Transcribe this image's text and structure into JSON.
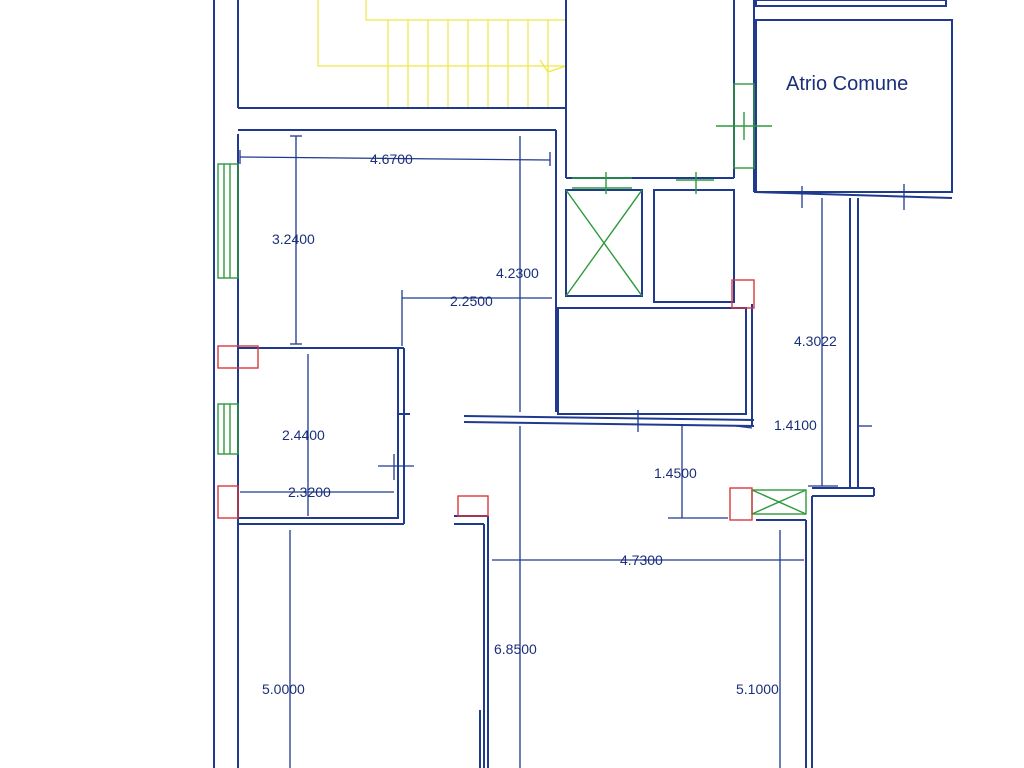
{
  "colors": {
    "wall": "#1f3a8f",
    "dimension": "#1f3a8f",
    "stair": "#f0e642",
    "window": "#2f9a3c",
    "door": "#d8393b"
  },
  "room_label": "Atrio Comune",
  "dimensions": {
    "d_4_6700": "4.6700",
    "d_3_2400": "3.2400",
    "d_4_2300": "4.2300",
    "d_2_2500": "2.2500",
    "d_4_3022": "4.3022",
    "d_2_4400": "2.4400",
    "d_1_4100": "1.4100",
    "d_1_4500": "1.4500",
    "d_2_3200": "2.3200",
    "d_4_7300": "4.7300",
    "d_6_8500": "6.8500",
    "d_5_0000": "5.0000",
    "d_5_1000": "5.1000"
  }
}
